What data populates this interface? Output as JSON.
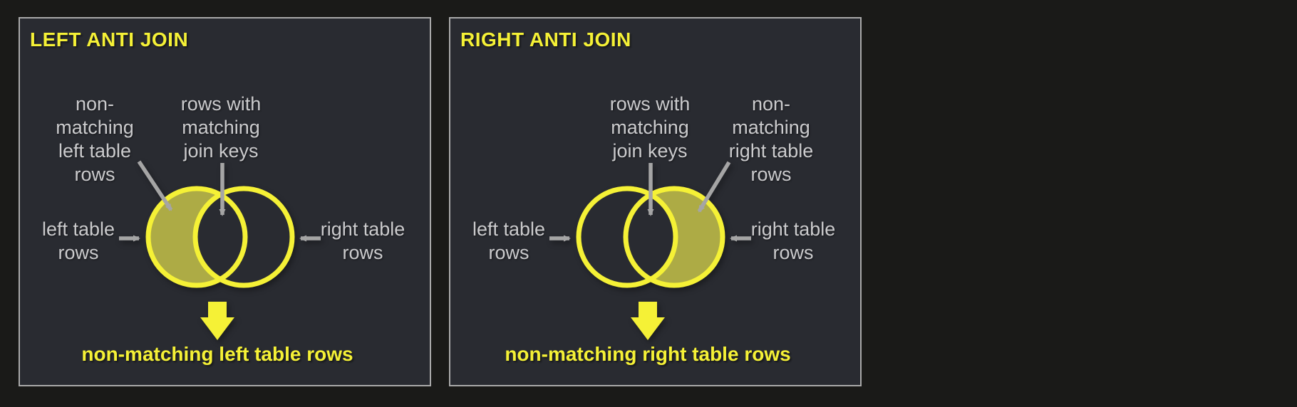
{
  "colors": {
    "page_bg": "#1a1a18",
    "panel_bg": "#292b31",
    "panel_border": "#a9a9a9",
    "accent_yellow": "#f5f136",
    "crescent_olive": "#adab45",
    "label_gray": "#cbcbcd",
    "arrow_gray": "#a5a5a5"
  },
  "panels": [
    {
      "title": "LEFT ANTI JOIN",
      "shaded_region": "left crescent",
      "labels": {
        "non_matching": "non-\nmatching\nleft table\nrows",
        "matching": "rows with\nmatching\njoin keys",
        "left_table": "left table\nrows",
        "right_table": "right table\nrows"
      },
      "caption": "non-matching left table rows"
    },
    {
      "title": "RIGHT ANTI JOIN",
      "shaded_region": "right crescent",
      "labels": {
        "non_matching": "non-\nmatching\nright table\nrows",
        "matching": "rows with\nmatching\njoin keys",
        "left_table": "left table\nrows",
        "right_table": "right table\nrows"
      },
      "caption": "non-matching right table rows"
    }
  ]
}
